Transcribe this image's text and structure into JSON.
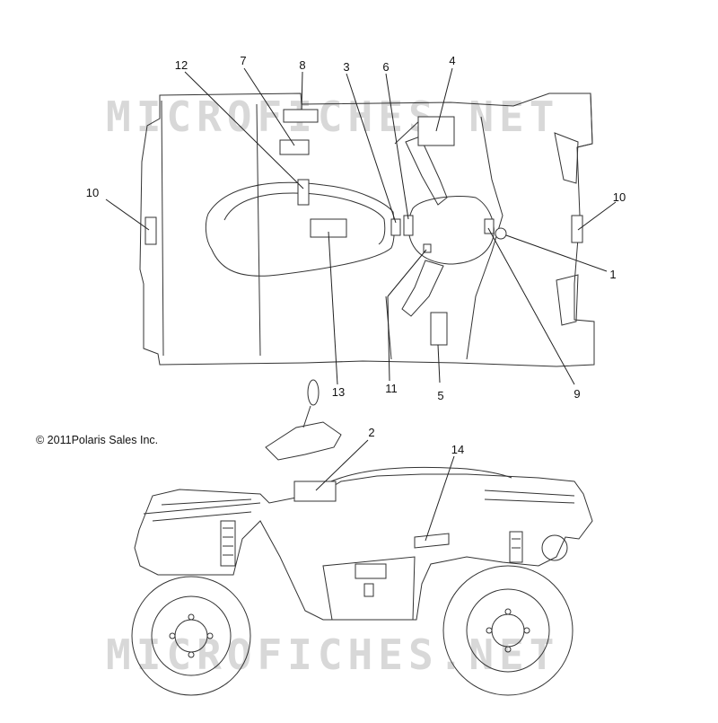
{
  "copyright": "© 2011Polaris Sales Inc.",
  "watermark": "MICROFICHES.NET",
  "callouts": [
    {
      "id": "c1",
      "label": "1"
    },
    {
      "id": "c2",
      "label": "2"
    },
    {
      "id": "c3",
      "label": "3"
    },
    {
      "id": "c4",
      "label": "4"
    },
    {
      "id": "c5",
      "label": "5"
    },
    {
      "id": "c6",
      "label": "6"
    },
    {
      "id": "c7",
      "label": "7"
    },
    {
      "id": "c8",
      "label": "8"
    },
    {
      "id": "c9",
      "label": "9"
    },
    {
      "id": "c10a",
      "label": "10"
    },
    {
      "id": "c10b",
      "label": "10"
    },
    {
      "id": "c11",
      "label": "11"
    },
    {
      "id": "c12",
      "label": "12"
    },
    {
      "id": "c13",
      "label": "13"
    },
    {
      "id": "c14",
      "label": "14"
    }
  ],
  "colors": {
    "line": "#333333",
    "watermark": "#d6d6d6",
    "background": "#ffffff"
  }
}
